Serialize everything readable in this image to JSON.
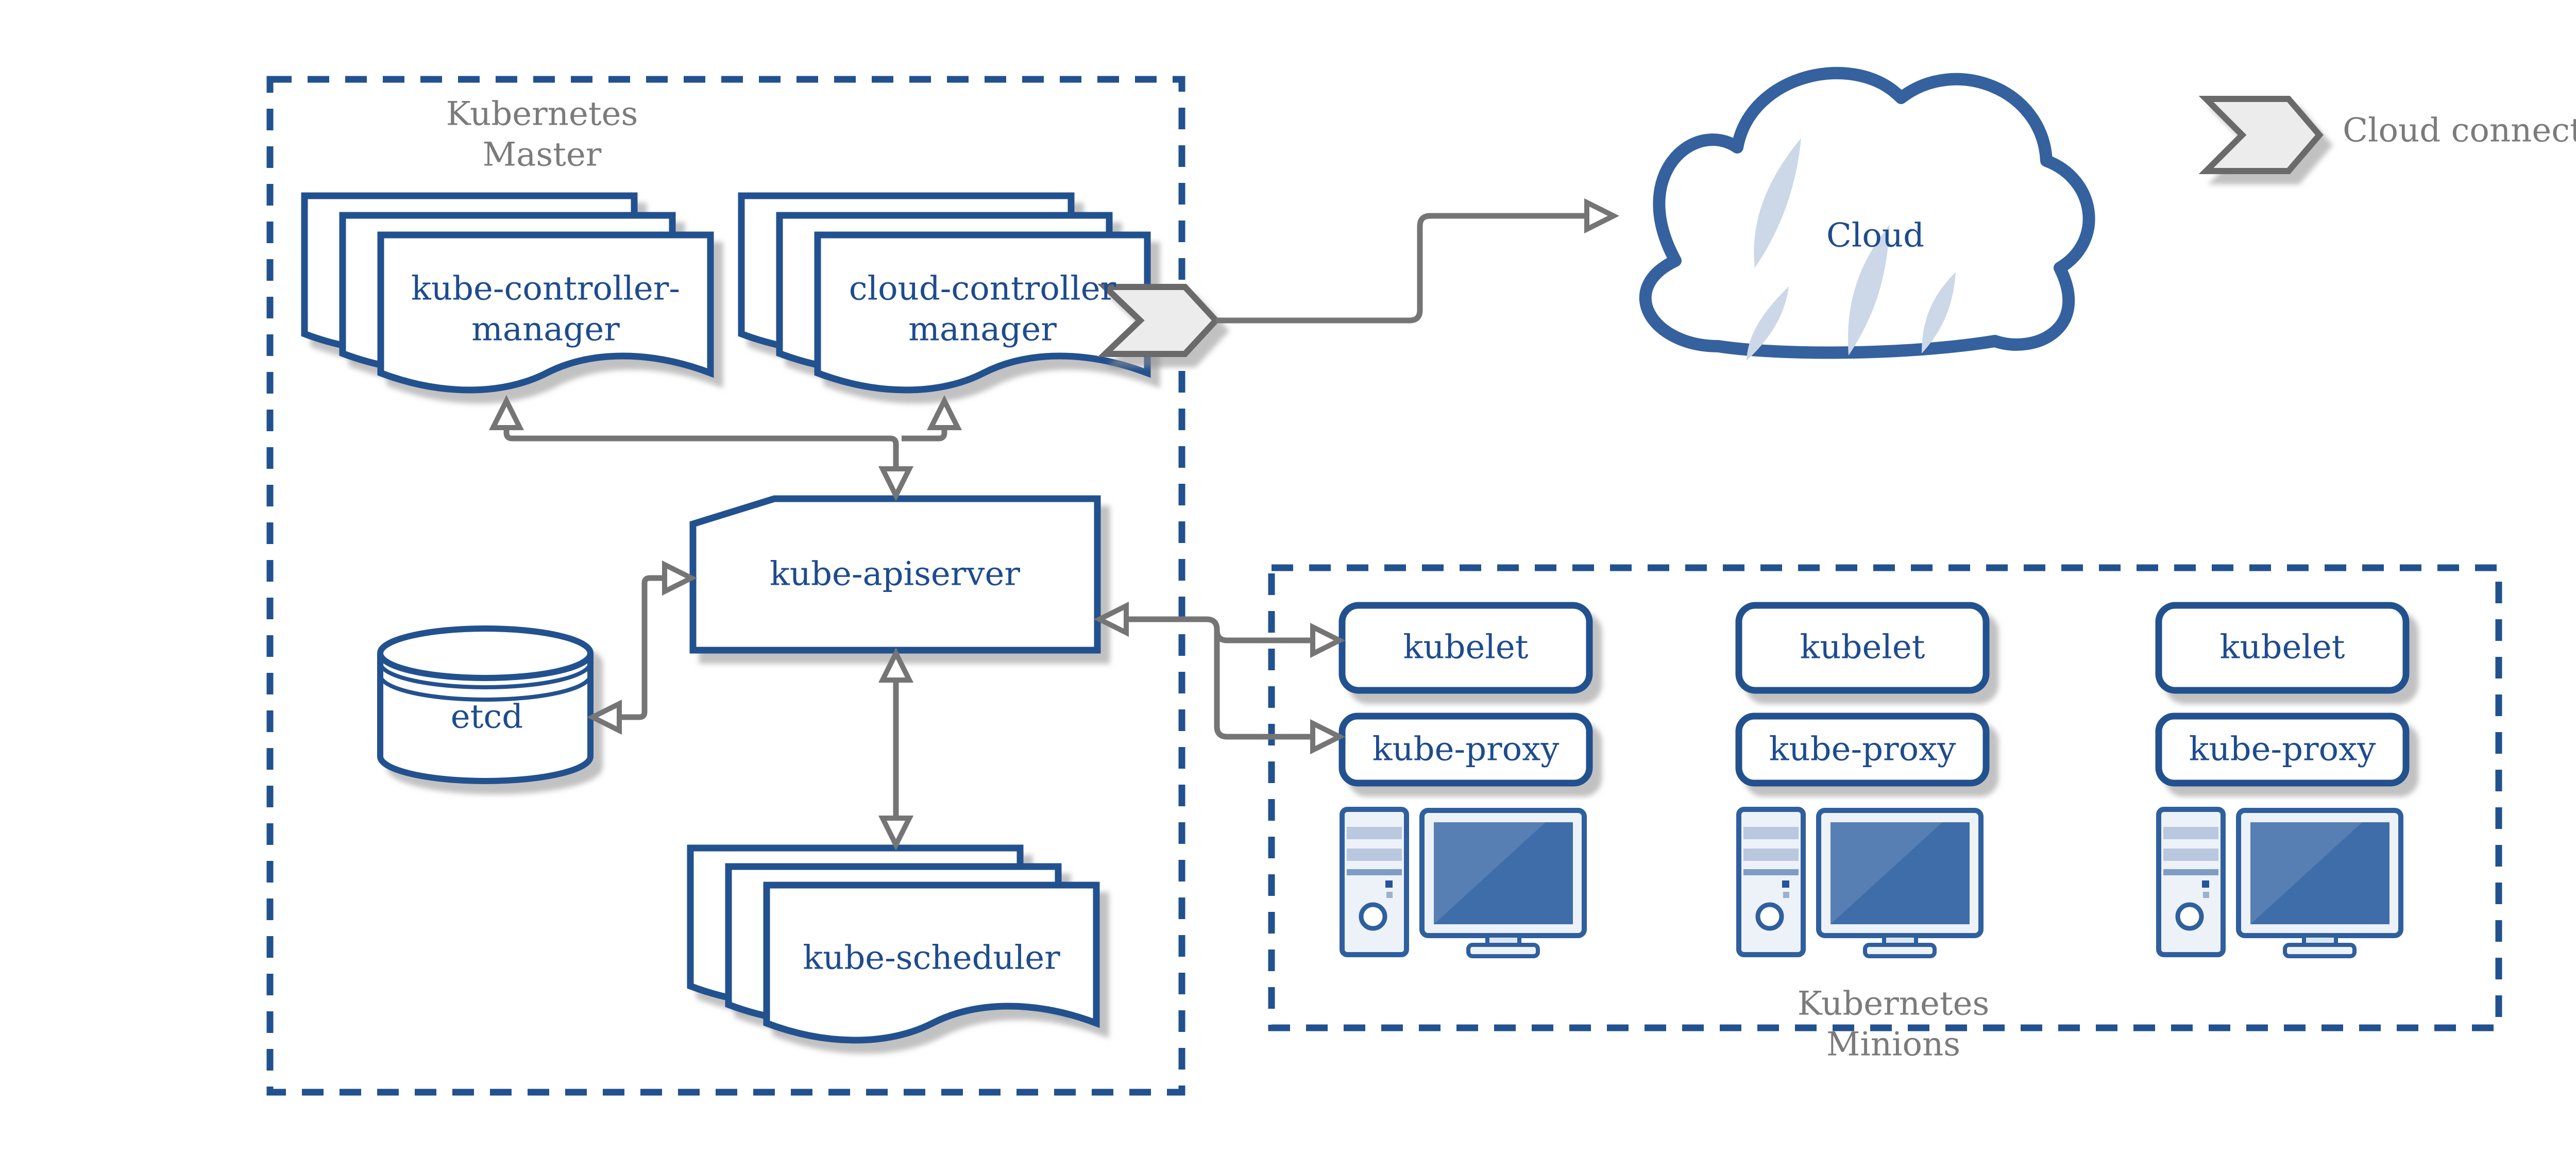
{
  "master": {
    "line1": "Kubernetes",
    "line2": "Master"
  },
  "controllers": {
    "kube": {
      "line1": "kube-controller-",
      "line2": "manager"
    },
    "cloud": {
      "line1": "cloud-controller",
      "line2": "manager"
    }
  },
  "apiserver": {
    "label": "kube-apiserver"
  },
  "etcd": {
    "label": "etcd"
  },
  "scheduler": {
    "label": "kube-scheduler"
  },
  "cloud": {
    "label": "Cloud"
  },
  "legend": {
    "label": "Cloud connector"
  },
  "minions": {
    "line1": "Kubernetes",
    "line2": "Minions",
    "columns": [
      {
        "kubelet": "kubelet",
        "kube_proxy": "kube-proxy"
      },
      {
        "kubelet": "kubelet",
        "kube_proxy": "kube-proxy"
      },
      {
        "kubelet": "kubelet",
        "kube_proxy": "kube-proxy"
      }
    ]
  },
  "icons": {
    "cloud_connector": "chevron-arrow-icon",
    "etcd": "database-cylinder-icon",
    "minion_node": "desktop-computer-icon",
    "cloud": "cloud-icon",
    "controller_stack": "document-stack-icon"
  },
  "colors": {
    "accent_blue": "#21518f",
    "text_blue": "#1d4b8f",
    "gray_text": "#7b7b7b",
    "arrow_gray": "#757575",
    "shadow_gray": "#979797",
    "chevron_fill": "#ececec",
    "chevron_border": "#6a6a6a",
    "cloud_outline": "#35619e",
    "cloud_slash": "#ccd7e8",
    "screen_blue": "#3e6da9",
    "icon_body": "#edf2f9",
    "icon_band": "#b9c8de",
    "icon_band_dark": "#7f9cc4"
  }
}
